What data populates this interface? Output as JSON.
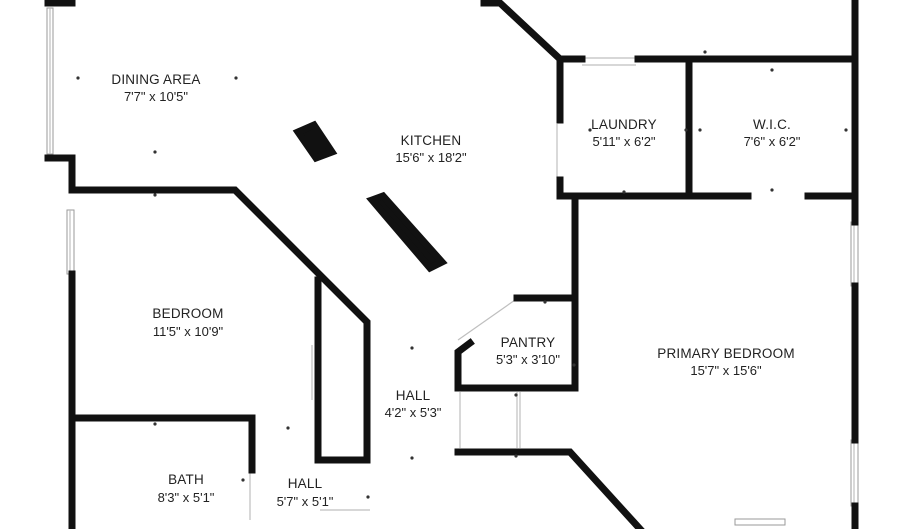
{
  "rooms": {
    "dining_area": {
      "name": "DINING AREA",
      "dimensions": "7'7\" x 10'5\""
    },
    "kitchen": {
      "name": "KITCHEN",
      "dimensions": "15'6\" x 18'2\""
    },
    "laundry": {
      "name": "LAUNDRY",
      "dimensions": "5'11\" x 6'2\""
    },
    "wic": {
      "name": "W.I.C.",
      "dimensions": "7'6\" x 6'2\""
    },
    "bedroom": {
      "name": "BEDROOM",
      "dimensions": "11'5\" x 10'9\""
    },
    "pantry": {
      "name": "PANTRY",
      "dimensions": "5'3\" x 3'10\""
    },
    "primary_bedroom": {
      "name": "PRIMARY BEDROOM",
      "dimensions": "15'7\" x 15'6\""
    },
    "hall_center": {
      "name": "HALL",
      "dimensions": "4'2\" x 5'3\""
    },
    "bath": {
      "name": "BATH",
      "dimensions": "8'3\" x 5'1\""
    },
    "hall_lower": {
      "name": "HALL",
      "dimensions": "5'7\" x 5'1\""
    }
  },
  "colors": {
    "wall": "#111111",
    "background": "#ffffff",
    "text": "#222222"
  }
}
